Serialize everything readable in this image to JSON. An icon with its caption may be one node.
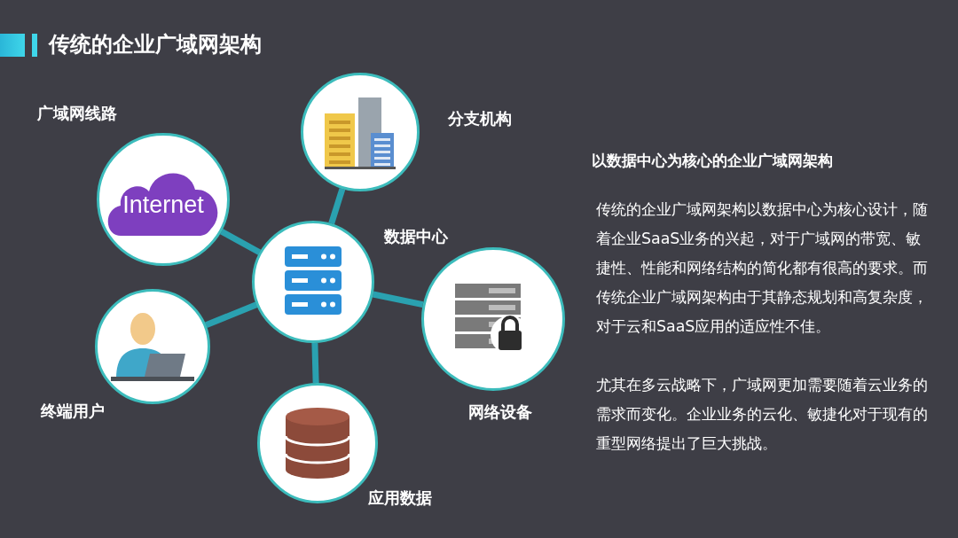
{
  "diagram": {
    "title": "传统的企业广域网架构",
    "nodes": [
      {
        "text": [
          "Internet"
        ],
        "beside": [
          "广域网线路"
        ]
      },
      {
        "text": [],
        "shape": "circle",
        "beside": [
          "分支机构"
        ]
      },
      {
        "text": [],
        "shape": "circle",
        "beside": [
          "数据中心"
        ]
      },
      {
        "text": [],
        "shape": "circle",
        "beside": [
          "终端用户"
        ]
      },
      {
        "text": [],
        "shape": "circle",
        "beside": [
          "网络设备"
        ]
      },
      {
        "text": [],
        "shape": "circle",
        "beside": [
          "应用数据"
        ]
      }
    ],
    "edges": [
      {
        "from": 2,
        "to": 0,
        "arrow": "none"
      },
      {
        "from": 2,
        "to": 1,
        "arrow": "none"
      },
      {
        "from": 2,
        "to": 3,
        "arrow": "none"
      },
      {
        "from": 2,
        "to": 4,
        "arrow": "none"
      },
      {
        "from": 2,
        "to": 5,
        "arrow": "none"
      }
    ],
    "labels": [
      "以数据中心为核心的企业广域网架构",
      "传统的企业广域网架构以数据中心为核心设计，随着企业SaaS业务的兴起，对于广域网的带宽、敏捷性、性能和网络结构的简化都有很高的要求。而传统企业广域网架构由于其静态规划和高复杂度，对于云和SaaS应用的适应性不佳。",
      "尤其在多云战略下，广域网更加需要随着云业务的需求而变化。企业业务的云化、敏捷化对于现有的重型网络提出了巨大挑战。"
    ]
  }
}
